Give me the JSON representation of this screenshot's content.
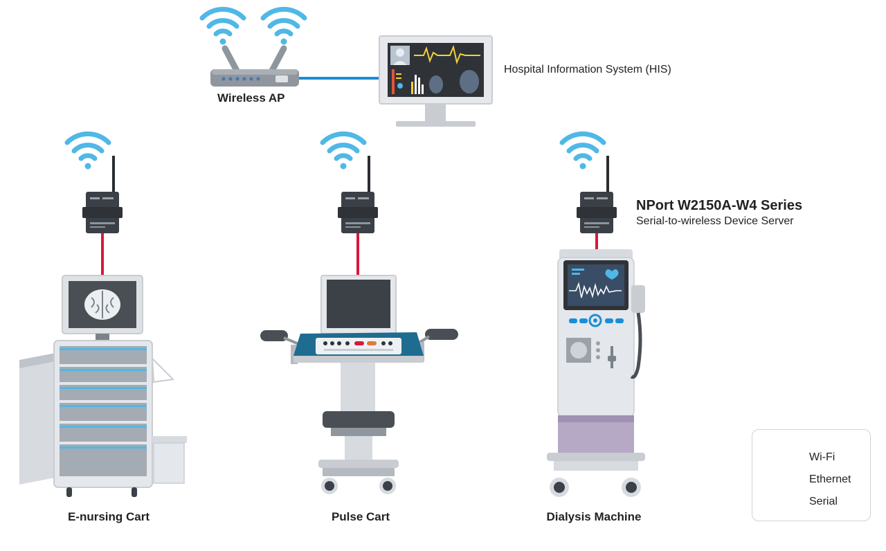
{
  "colors": {
    "wifi": "#4fb8e6",
    "ethernet": "#1a8ed6",
    "serial": "#d7193c",
    "device_body": "#3b4046",
    "panel_gray": "#c9ccd1"
  },
  "nodes": {
    "his": {
      "label": "Hospital Information System (HIS)"
    },
    "wireless_ap": {
      "label": "Wireless AP"
    },
    "product": {
      "name": "NPort W2150A-W4 Series",
      "description": "Serial-to-wireless Device Server"
    },
    "devices": [
      {
        "label": "E-nursing Cart"
      },
      {
        "label": "Pulse Cart"
      },
      {
        "label": "Dialysis Machine"
      }
    ]
  },
  "legend": {
    "items": [
      {
        "label": "Wi-Fi",
        "icon": "wifi-icon"
      },
      {
        "label": "Ethernet",
        "icon": "ethernet-line"
      },
      {
        "label": "Serial",
        "icon": "serial-line"
      }
    ]
  }
}
